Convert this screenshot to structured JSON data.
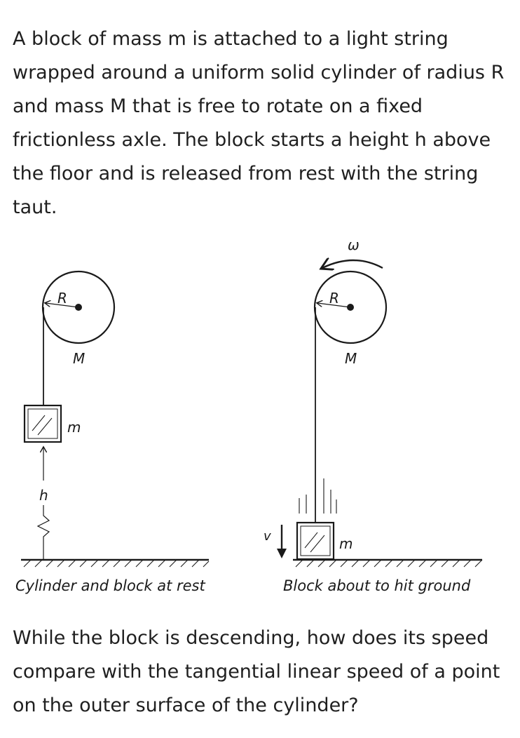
{
  "question": {
    "intro": "A block of mass m is attached to a light string wrapped around a uniform solid cylinder of radius R and mass M that is free to rotate on a fixed frictionless axle.  The block starts a height h above the floor and is released from rest with the string taut.",
    "ask": "While the block is descending, how does its speed compare with the tangential linear speed of a point on the outer surface of the cylinder?"
  },
  "figure": {
    "left_panel": {
      "radius_label": "R",
      "cylinder_mass_label": "M",
      "block_mass_label": "m",
      "height_label": "h",
      "caption": "Cylinder and block at rest"
    },
    "right_panel": {
      "omega_label": "ω",
      "radius_label": "R",
      "cylinder_mass_label": "M",
      "block_mass_label": "m",
      "velocity_label": "v",
      "caption": "Block about to hit ground"
    }
  }
}
